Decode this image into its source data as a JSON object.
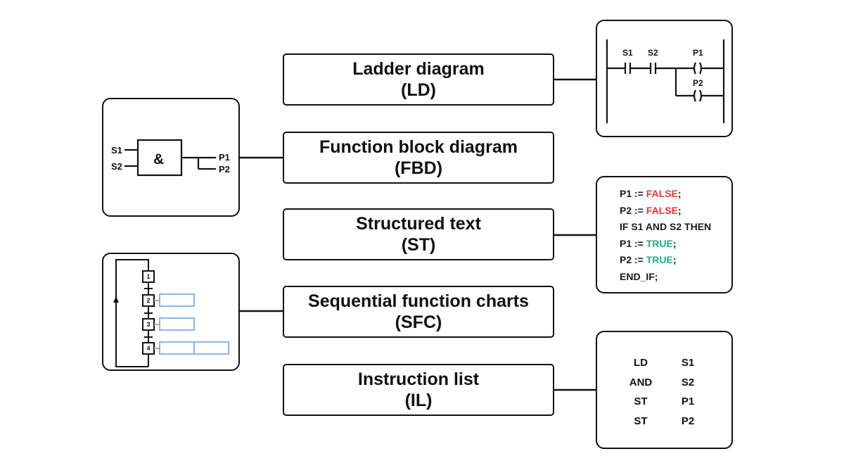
{
  "languages": [
    {
      "name": "Ladder diagram",
      "abbr": "(LD)"
    },
    {
      "name": "Function block diagram",
      "abbr": "(FBD)"
    },
    {
      "name": "Structured text",
      "abbr": "(ST)"
    },
    {
      "name": "Sequential function charts",
      "abbr": "(SFC)"
    },
    {
      "name": "Instruction list",
      "abbr": "(IL)"
    }
  ],
  "ld": {
    "contact1": "S1",
    "contact2": "S2",
    "coil1": "P1",
    "coil2": "P2"
  },
  "fbd": {
    "input1": "S1",
    "input2": "S2",
    "gate": "&",
    "output1": "P1",
    "output2": "P2"
  },
  "st": {
    "lines": [
      {
        "lhs": "P1 := ",
        "value": "FALSE",
        "end": ";"
      },
      {
        "lhs": "P2 := ",
        "value": "FALSE",
        "end": ";"
      },
      {
        "text": "IF S1 AND S2 THEN"
      },
      {
        "lhs": "P1 := ",
        "value": "TRUE",
        "end": ";"
      },
      {
        "lhs": "P2 := ",
        "value": "TRUE",
        "end": ";"
      },
      {
        "text": "END_IF;"
      }
    ]
  },
  "sfc": {
    "steps": [
      "1",
      "2",
      "3",
      "4"
    ]
  },
  "il": {
    "rows": [
      {
        "op": "LD",
        "arg": "S1"
      },
      {
        "op": "AND",
        "arg": "S2"
      },
      {
        "op": "ST",
        "arg": "P1"
      },
      {
        "op": "ST",
        "arg": "P2"
      }
    ]
  },
  "colors": {
    "false": "#e03a3e",
    "true": "#19b38a",
    "action": "#8bb4e6",
    "line": "#111111"
  }
}
